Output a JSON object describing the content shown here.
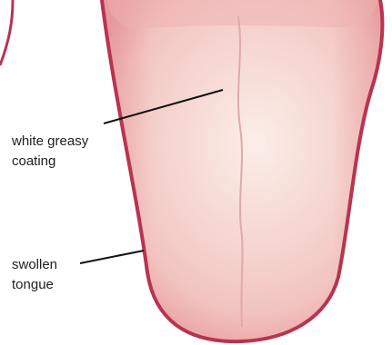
{
  "labels": {
    "coating": [
      "white greasy",
      "coating"
    ],
    "swollen": [
      "swollen",
      "tongue"
    ]
  },
  "colors": {
    "outline": "#b8344f",
    "tongue_edge": "#eaa3a4",
    "tongue_mid": "#f2c3c0",
    "coating": "#fbeee9",
    "leader_line": "#111111",
    "text": "#1f1f1f",
    "background": "#ffffff"
  }
}
